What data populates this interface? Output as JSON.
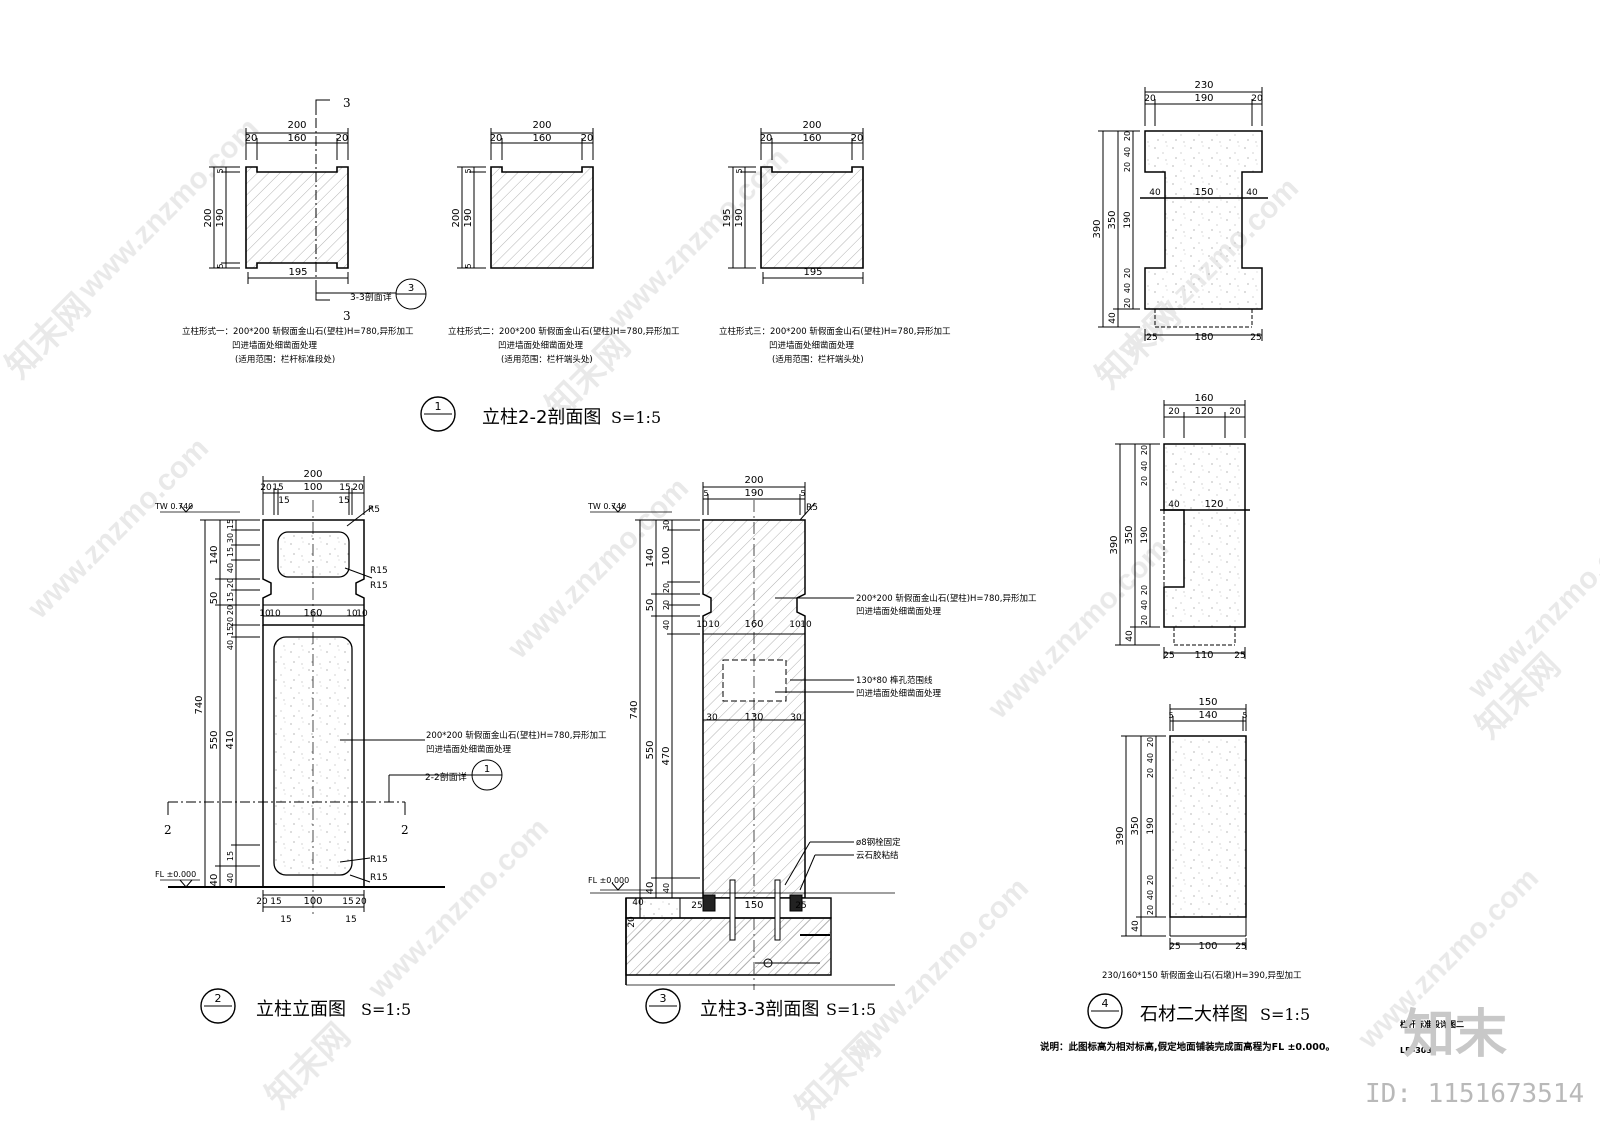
{
  "colors": {
    "line": "#000000",
    "hatch": "#9a9a9a",
    "watermark": "#d9d9d9",
    "background": "#ffffff"
  },
  "watermark": {
    "site": "www.znzmo.com",
    "brand": "知末网",
    "logo_text": "知末",
    "id_label": "ID: 1151673514"
  },
  "sec22": {
    "title": "立柱2-2剖面图",
    "scale": "S=1:5",
    "circle_num": "1",
    "cut_label": "3",
    "ref_label": "3-3剖面详",
    "ref_num": "3",
    "columns": [
      {
        "top_total": "200",
        "top_parts": [
          "20",
          "160",
          "20"
        ],
        "left_total": "200",
        "left_parts": [
          "5",
          "190",
          "5"
        ],
        "bottom": "195",
        "note1": "立柱形式一：200*200 斩假面金山石(望柱)H=780,异形加工",
        "note2": "凹进墙面处细凿面处理",
        "note3": "(适用范围：栏杆标准段处)"
      },
      {
        "top_total": "200",
        "top_parts": [
          "20",
          "160",
          "20"
        ],
        "left_total": "200",
        "left_parts": [
          "5",
          "190",
          "5"
        ],
        "bottom": "",
        "note1": "立柱形式二：200*200 斩假面金山石(望柱)H=780,异形加工",
        "note2": "凹进墙面处细凿面处理",
        "note3": "(适用范围：栏杆端头处)"
      },
      {
        "top_total": "200",
        "top_parts": [
          "20",
          "160",
          "20"
        ],
        "left_total": "195",
        "left_parts": [
          "5",
          "190"
        ],
        "bottom": "195",
        "note1": "立柱形式三：200*200 斩假面金山石(望柱)H=780,异形加工",
        "note2": "凹进墙面处细凿面处理",
        "note3": "(适用范围：栏杆端头处)"
      }
    ]
  },
  "elev": {
    "title": "立柱立面图",
    "scale": "S=1:5",
    "circle_num": "2",
    "tw": "TW 0.740",
    "fl": "FL ±0.000",
    "top_total": "200",
    "top_parts": [
      "20",
      "15",
      "100",
      "15",
      "20"
    ],
    "sub_parts": [
      "15",
      "15"
    ],
    "mid_parts": [
      "10",
      "10",
      "160",
      "10",
      "10"
    ],
    "bot_parts": [
      "20",
      "15",
      "100",
      "15",
      "20"
    ],
    "bot_sub": [
      "15",
      "15"
    ],
    "r_labels": [
      "R5",
      "R15",
      "R15",
      "R15",
      "R15"
    ],
    "left_total": "740",
    "left_mid": [
      "140",
      "50",
      "550",
      "40"
    ],
    "left_inner": [
      "15",
      "30",
      "15",
      "40",
      "20",
      "15",
      "20",
      "20",
      "15",
      "40",
      "410",
      "15",
      "40"
    ],
    "note1": "200*200 斩假面金山石(望柱)H=780,异形加工",
    "note2": "凹进墙面处细凿面处理",
    "cut": "2",
    "ref_label": "2-2剖面详",
    "ref_num": "1"
  },
  "sec33": {
    "title": "立柱3-3剖面图",
    "scale": "S=1:5",
    "circle_num": "3",
    "tw": "TW 0.740",
    "fl": "FL ±0.000",
    "top_total": "200",
    "top_parts": [
      "5",
      "190",
      "5"
    ],
    "r_label": "R5",
    "mid_parts": [
      "10",
      "10",
      "160",
      "10",
      "10"
    ],
    "hole_parts": [
      "30",
      "130",
      "30"
    ],
    "bot_parts": [
      "25",
      "150",
      "25"
    ],
    "left_total": "740",
    "left_mid": [
      "140",
      "50",
      "550",
      "40"
    ],
    "left_inner": [
      "30",
      "100",
      "20",
      "20",
      "40",
      "470",
      "40"
    ],
    "bottom_left": [
      "40",
      "20"
    ],
    "note1a": "200*200 斩假面金山石(望柱)H=780,异形加工",
    "note1b": "凹进墙面处细凿面处理",
    "note2a": "130*80 榫孔范围线",
    "note2b": "凹进墙面处细凿面处理",
    "note3": "ø8钢栓固定",
    "note4": "云石胶粘结"
  },
  "stone": {
    "title": "石材二大样图",
    "scale": "S=1:5",
    "circle_num": "4",
    "pieces": [
      {
        "top_total": "230",
        "top_parts": [
          "20",
          "190",
          "20"
        ],
        "mid_parts": [
          "40",
          "150",
          "40"
        ],
        "bottom": [
          "25",
          "180",
          "25"
        ],
        "outer": "390",
        "mid": [
          "350",
          "40"
        ],
        "inner": [
          "20",
          "40",
          "20",
          "190",
          "20",
          "40",
          "20"
        ]
      },
      {
        "top_total": "160",
        "top_parts": [
          "20",
          "120",
          "20"
        ],
        "mid_parts": [
          "40",
          "120"
        ],
        "bottom": [
          "25",
          "110",
          "25"
        ],
        "outer": "390",
        "mid": [
          "350",
          "40"
        ],
        "inner": [
          "20",
          "40",
          "20",
          "190",
          "20",
          "40",
          "20"
        ]
      },
      {
        "top_total": "150",
        "top_parts": [
          "5",
          "140",
          "5"
        ],
        "bottom": [
          "25",
          "100",
          "25"
        ],
        "outer": "390",
        "mid": [
          "350",
          "40"
        ],
        "inner": [
          "20",
          "40",
          "20",
          "190",
          "20",
          "40",
          "20"
        ]
      }
    ],
    "note": "230/160*150 斩假面金山石(石墩)H=390,异型加工"
  },
  "footer": {
    "note": "说明：此图标高为相对标高,假定地面铺装完成面高程为FL ±0.000。",
    "sheet_name": "栏杆标准段详图二",
    "sheet_no": "LD-303"
  }
}
